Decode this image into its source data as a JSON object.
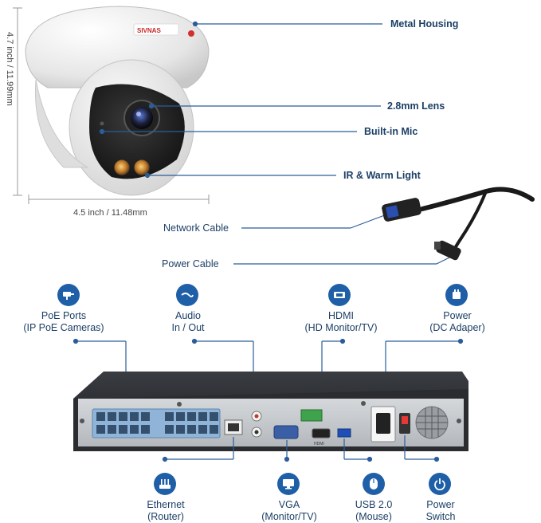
{
  "camera": {
    "brand_text": "SIVNAS",
    "callouts": {
      "metal_housing": "Metal Housing",
      "lens": "2.8mm Lens",
      "mic": "Built-in Mic",
      "light": "IR & Warm Light",
      "network_cable": "Network Cable",
      "power_cable": "Power Cable"
    },
    "dimensions": {
      "height": "4.7 inch / 11.99mm",
      "width": "4.5 inch / 11.48mm"
    }
  },
  "nvr": {
    "top_labels": [
      {
        "line1": "PoE Ports",
        "line2": "(IP PoE Cameras)",
        "icon": "camera-icon"
      },
      {
        "line1": "Audio",
        "line2": "In / Out",
        "icon": "audio-cable-icon"
      },
      {
        "line1": "HDMI",
        "line2": "(HD Monitor/TV)",
        "icon": "hdmi-icon"
      },
      {
        "line1": "Power",
        "line2": "(DC Adaper)",
        "icon": "power-adapter-icon"
      }
    ],
    "bottom_labels": [
      {
        "line1": "Ethernet",
        "line2": "(Router)",
        "icon": "router-icon"
      },
      {
        "line1": "VGA",
        "line2": "(Monitor/TV)",
        "icon": "monitor-icon"
      },
      {
        "line1": "USB 2.0",
        "line2": "(Mouse)",
        "icon": "mouse-icon"
      },
      {
        "line1": "Power",
        "line2": "Switch",
        "icon": "power-icon"
      }
    ],
    "hdmi_port_text": "HDMI"
  },
  "colors": {
    "accent": "#1f5fa8",
    "text": "#1c3f66",
    "poe_ports": "#8fb4d8",
    "housing": "#f2f2f2",
    "nvr_body": "#2a2c30",
    "panel": "#c9ccd0"
  }
}
